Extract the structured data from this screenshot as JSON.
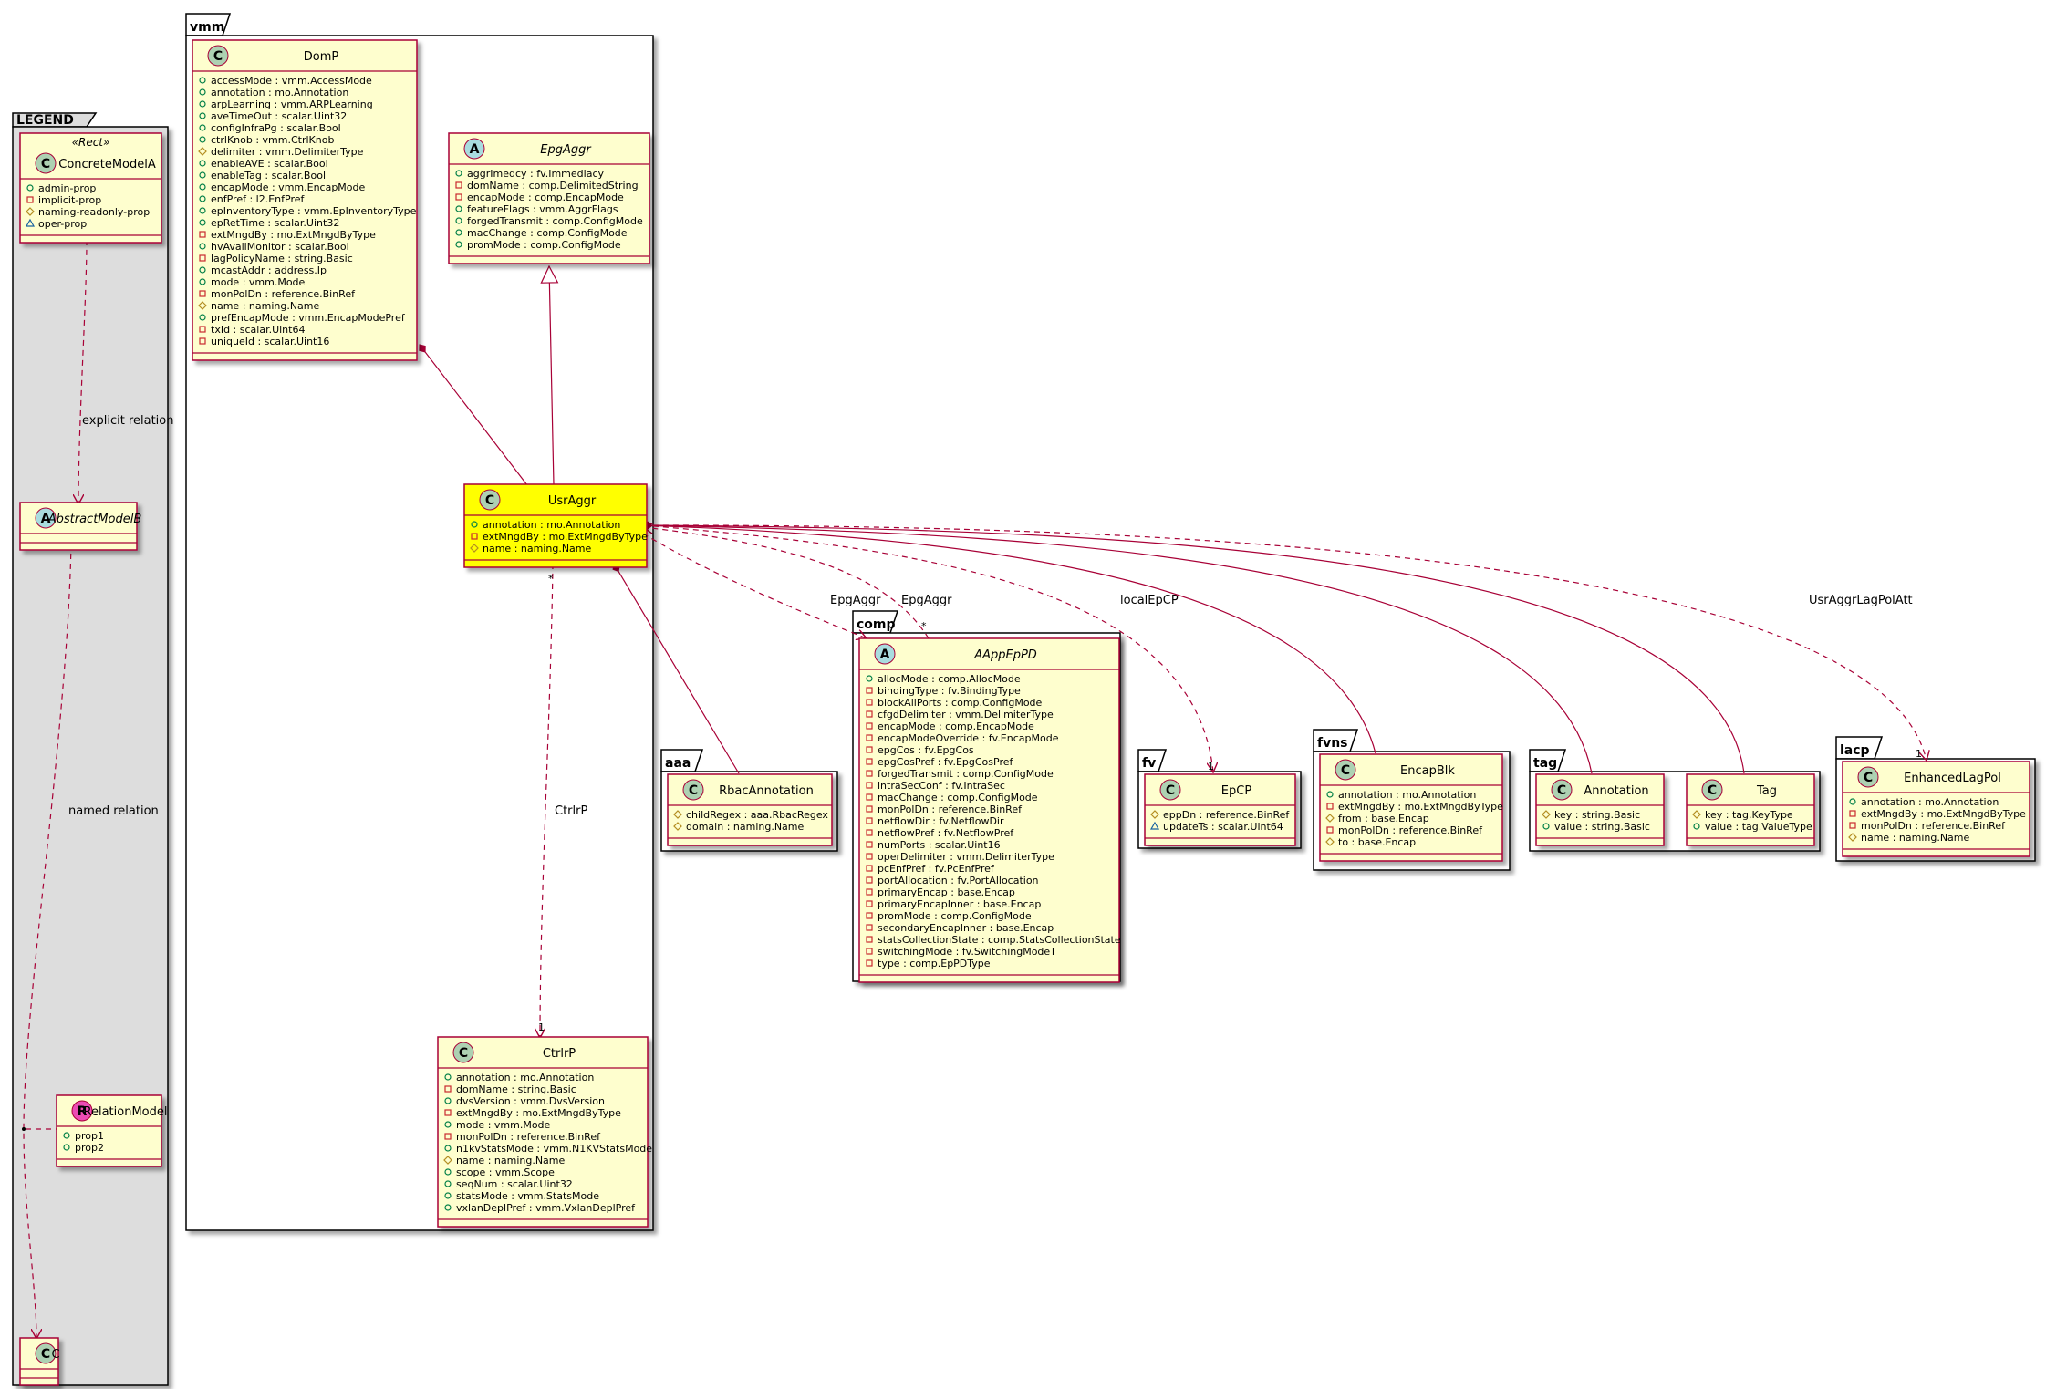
{
  "colors": {
    "class_fill": "#FEFECE",
    "class_border": "#A80036",
    "highlight_fill": "#FFFF00",
    "badge_class": "#ADD1B2",
    "badge_abstract": "#A9DCDF",
    "badge_relation": "#EB4CB4",
    "legend_fill": "#DDDDDD",
    "line": "#A80036"
  },
  "packages": {
    "legend": "LEGEND",
    "vmm": "vmm",
    "comp": "comp",
    "aaa": "aaa",
    "fv": "fv",
    "fvns": "fvns",
    "tag": "tag",
    "lacp": "lacp"
  },
  "legend": {
    "stereotype": "«Rect»",
    "concrete": {
      "name": "ConcreteModelA",
      "attrs": [
        "admin-prop",
        "implicit-prop",
        "naming-readonly-prop",
        "oper-prop"
      ]
    },
    "abstract": {
      "name": "AbstractModelB"
    },
    "relation": {
      "name": "RelationModel",
      "badge": "R",
      "attrs": [
        "prop1",
        "prop2"
      ]
    },
    "c": {
      "name": "C"
    },
    "explicit_relation": "explicit relation",
    "named_relation": "named relation"
  },
  "classes": {
    "DomP": {
      "name": "DomP",
      "badge": "C",
      "attrs": [
        "accessMode : vmm.AccessMode",
        "annotation : mo.Annotation",
        "arpLearning : vmm.ARPLearning",
        "aveTimeOut : scalar.Uint32",
        "configInfraPg : scalar.Bool",
        "ctrlKnob : vmm.CtrlKnob",
        "delimiter : vmm.DelimiterType",
        "enableAVE : scalar.Bool",
        "enableTag : scalar.Bool",
        "encapMode : vmm.EncapMode",
        "enfPref : l2.EnfPref",
        "epInventoryType : vmm.EpInventoryType",
        "epRetTime : scalar.Uint32",
        "extMngdBy : mo.ExtMngdByType",
        "hvAvailMonitor : scalar.Bool",
        "lagPolicyName : string.Basic",
        "mcastAddr : address.Ip",
        "mode : vmm.Mode",
        "monPolDn : reference.BinRef",
        "name : naming.Name",
        "prefEncapMode : vmm.EncapModePref",
        "txId : scalar.Uint64",
        "uniqueId : scalar.Uint16"
      ]
    },
    "EpgAggr": {
      "name": "EpgAggr",
      "badge": "A",
      "attrs": [
        "aggrImedcy : fv.Immediacy",
        "domName : comp.DelimitedString",
        "encapMode : comp.EncapMode",
        "featureFlags : vmm.AggrFlags",
        "forgedTransmit : comp.ConfigMode",
        "macChange : comp.ConfigMode",
        "promMode : comp.ConfigMode"
      ]
    },
    "UsrAggr": {
      "name": "UsrAggr",
      "badge": "C",
      "attrs": [
        "annotation : mo.Annotation",
        "extMngdBy : mo.ExtMngdByType",
        "name : naming.Name"
      ]
    },
    "CtrlrP": {
      "name": "CtrlrP",
      "badge": "C",
      "attrs": [
        "annotation : mo.Annotation",
        "domName : string.Basic",
        "dvsVersion : vmm.DvsVersion",
        "extMngdBy : mo.ExtMngdByType",
        "mode : vmm.Mode",
        "monPolDn : reference.BinRef",
        "n1kvStatsMode : vmm.N1KVStatsMode",
        "name : naming.Name",
        "scope : vmm.Scope",
        "seqNum : scalar.Uint32",
        "statsMode : vmm.StatsMode",
        "vxlanDeplPref : vmm.VxlanDeplPref"
      ]
    },
    "AAppEpPD": {
      "name": "AAppEpPD",
      "badge": "A",
      "attrs": [
        "allocMode : comp.AllocMode",
        "bindingType : fv.BindingType",
        "blockAllPorts : comp.ConfigMode",
        "cfgdDelimiter : vmm.DelimiterType",
        "encapMode : comp.EncapMode",
        "encapModeOverride : fv.EncapMode",
        "epgCos : fv.EpgCos",
        "epgCosPref : fv.EpgCosPref",
        "forgedTransmit : comp.ConfigMode",
        "intraSecConf : fv.IntraSec",
        "macChange : comp.ConfigMode",
        "monPolDn : reference.BinRef",
        "netflowDir : fv.NetflowDir",
        "netflowPref : fv.NetflowPref",
        "numPorts : scalar.Uint16",
        "operDelimiter : vmm.DelimiterType",
        "pcEnfPref : fv.PcEnfPref",
        "portAllocation : fv.PortAllocation",
        "primaryEncap : base.Encap",
        "primaryEncapInner : base.Encap",
        "promMode : comp.ConfigMode",
        "secondaryEncapInner : base.Encap",
        "statsCollectionState : comp.StatsCollectionState",
        "switchingMode : fv.SwitchingModeT",
        "type : comp.EpPDType"
      ]
    },
    "RbacAnnotation": {
      "name": "RbacAnnotation",
      "badge": "C",
      "attrs": [
        "childRegex : aaa.RbacRegex",
        "domain : naming.Name"
      ]
    },
    "EpCP": {
      "name": "EpCP",
      "badge": "C",
      "attrs": [
        "eppDn : reference.BinRef",
        "updateTs : scalar.Uint64"
      ]
    },
    "EncapBlk": {
      "name": "EncapBlk",
      "badge": "C",
      "attrs": [
        "annotation : mo.Annotation",
        "extMngdBy : mo.ExtMngdByType",
        "from : base.Encap",
        "monPolDn : reference.BinRef",
        "to : base.Encap"
      ]
    },
    "Annotation": {
      "name": "Annotation",
      "badge": "C",
      "attrs": [
        "key : string.Basic",
        "value : string.Basic"
      ]
    },
    "Tag": {
      "name": "Tag",
      "badge": "C",
      "attrs": [
        "key : tag.KeyType",
        "value : tag.ValueType"
      ]
    },
    "EnhancedLagPol": {
      "name": "EnhancedLagPol",
      "badge": "C",
      "attrs": [
        "annotation : mo.Annotation",
        "extMngdBy : mo.ExtMngdByType",
        "monPolDn : reference.BinRef",
        "name : naming.Name"
      ]
    }
  },
  "relations": {
    "epgaggr_1": "EpgAggr",
    "epgaggr_2": "EpgAggr",
    "local_epcp": "localEpCP",
    "usraggr_lagpol": "UsrAggrLagPolAtt",
    "ctrlrp": "CtrlrP"
  },
  "multiplicities": {
    "star": "*",
    "one": "1"
  }
}
